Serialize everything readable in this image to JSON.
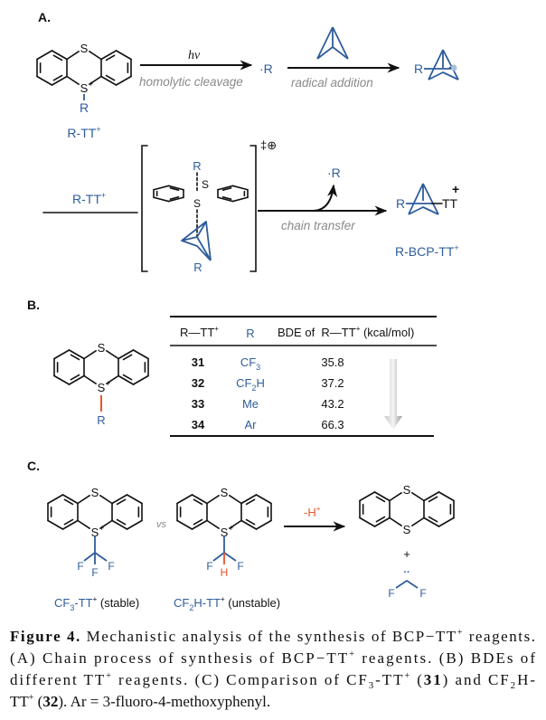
{
  "panels": {
    "a": "A.",
    "b": "B.",
    "c": "C."
  },
  "colors": {
    "blue": "#2f5d9b",
    "orange": "#e8552a",
    "gray": "#8a8a8a"
  },
  "panel_a": {
    "atom_S": "S",
    "atom_S_plus": "+",
    "atom_R": "R",
    "reagent_label": {
      "main": "R-TT",
      "sup": "+"
    },
    "arrow1_above": "hν",
    "arrow1_below": "homolytic cleavage",
    "radical": "·R",
    "arrow2_below": "radical addition",
    "ts_symbol": "‡⊕",
    "row2_reagent": {
      "main": "R-TT",
      "sup": "+"
    },
    "released_radical": "·R",
    "arrow3_below": "chain transfer",
    "product_TT": "TT",
    "product_plus": "+",
    "product_label": {
      "main": "R-BCP-TT",
      "sup": "+"
    }
  },
  "panel_b": {
    "table": {
      "headers": [
        {
          "main": "R—TT",
          "sup": "+"
        },
        {
          "main": "R"
        },
        {
          "main": "BDE of  R—TT",
          "sup": "+",
          "tail": " (kcal/mol)"
        }
      ],
      "rows": [
        {
          "id": "31",
          "r": "CF",
          "r_sub": "3",
          "r_tail": "",
          "bde": "35.8"
        },
        {
          "id": "32",
          "r": "CF",
          "r_sub": "2",
          "r_tail": "H",
          "bde": "37.2"
        },
        {
          "id": "33",
          "r": "Me",
          "r_sub": "",
          "r_tail": "",
          "bde": "43.2"
        },
        {
          "id": "34",
          "r": "Ar",
          "r_sub": "",
          "r_tail": "",
          "bde": "66.3"
        }
      ]
    }
  },
  "panel_c": {
    "atom_F": "F",
    "atom_H": "H",
    "vs": "vs",
    "arrow_label": {
      "main": "-H",
      "sup": "+"
    },
    "plus": "+",
    "carbene_dots": "··",
    "label_stable": {
      "a": "CF",
      "sub": "3",
      "b": "-TT",
      "sup": "+",
      "c": " (stable)"
    },
    "label_unstable": {
      "a": "CF",
      "sub": "2",
      "b": "H-TT",
      "sup": "+",
      "c": " (unstable)"
    }
  },
  "caption": {
    "l1_bold": "Figure 4.",
    "l1": " Mechanistic analysis of the synthesis of BCP−TT",
    "l1_sup": "+",
    "l1_end": " reagents.",
    "l2a": "(A) Chain process of synthesis of BCP−TT",
    "l2_sup": "+",
    "l2b": " reagents. (B) BDEs of",
    "l3a": "different TT",
    "l3_sup": "+",
    "l3b": " reagents. (C) Comparison of CF",
    "l3_sub": "3",
    "l3c": "-TT",
    "l3_sup2": "+",
    "l3d": " (",
    "l3_bold": "31",
    "l3e": ") and CF",
    "l3_sub2": "2",
    "l3f": "H-",
    "l4a": "TT",
    "l4_sup": "+",
    "l4b": " (",
    "l4_bold": "32",
    "l4c": "). Ar = 3-fluoro-4-methoxyphenyl."
  }
}
